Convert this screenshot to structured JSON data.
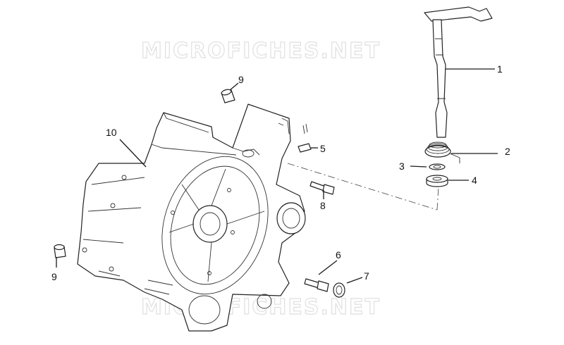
{
  "watermark": {
    "text": "MICROFICHES.NET"
  },
  "callouts": {
    "c1": "1",
    "c2": "2",
    "c3": "3",
    "c4": "4",
    "c5": "5",
    "c6": "6",
    "c7": "7",
    "c8": "8",
    "c9a": "9",
    "c9b": "9",
    "c10": "10"
  }
}
